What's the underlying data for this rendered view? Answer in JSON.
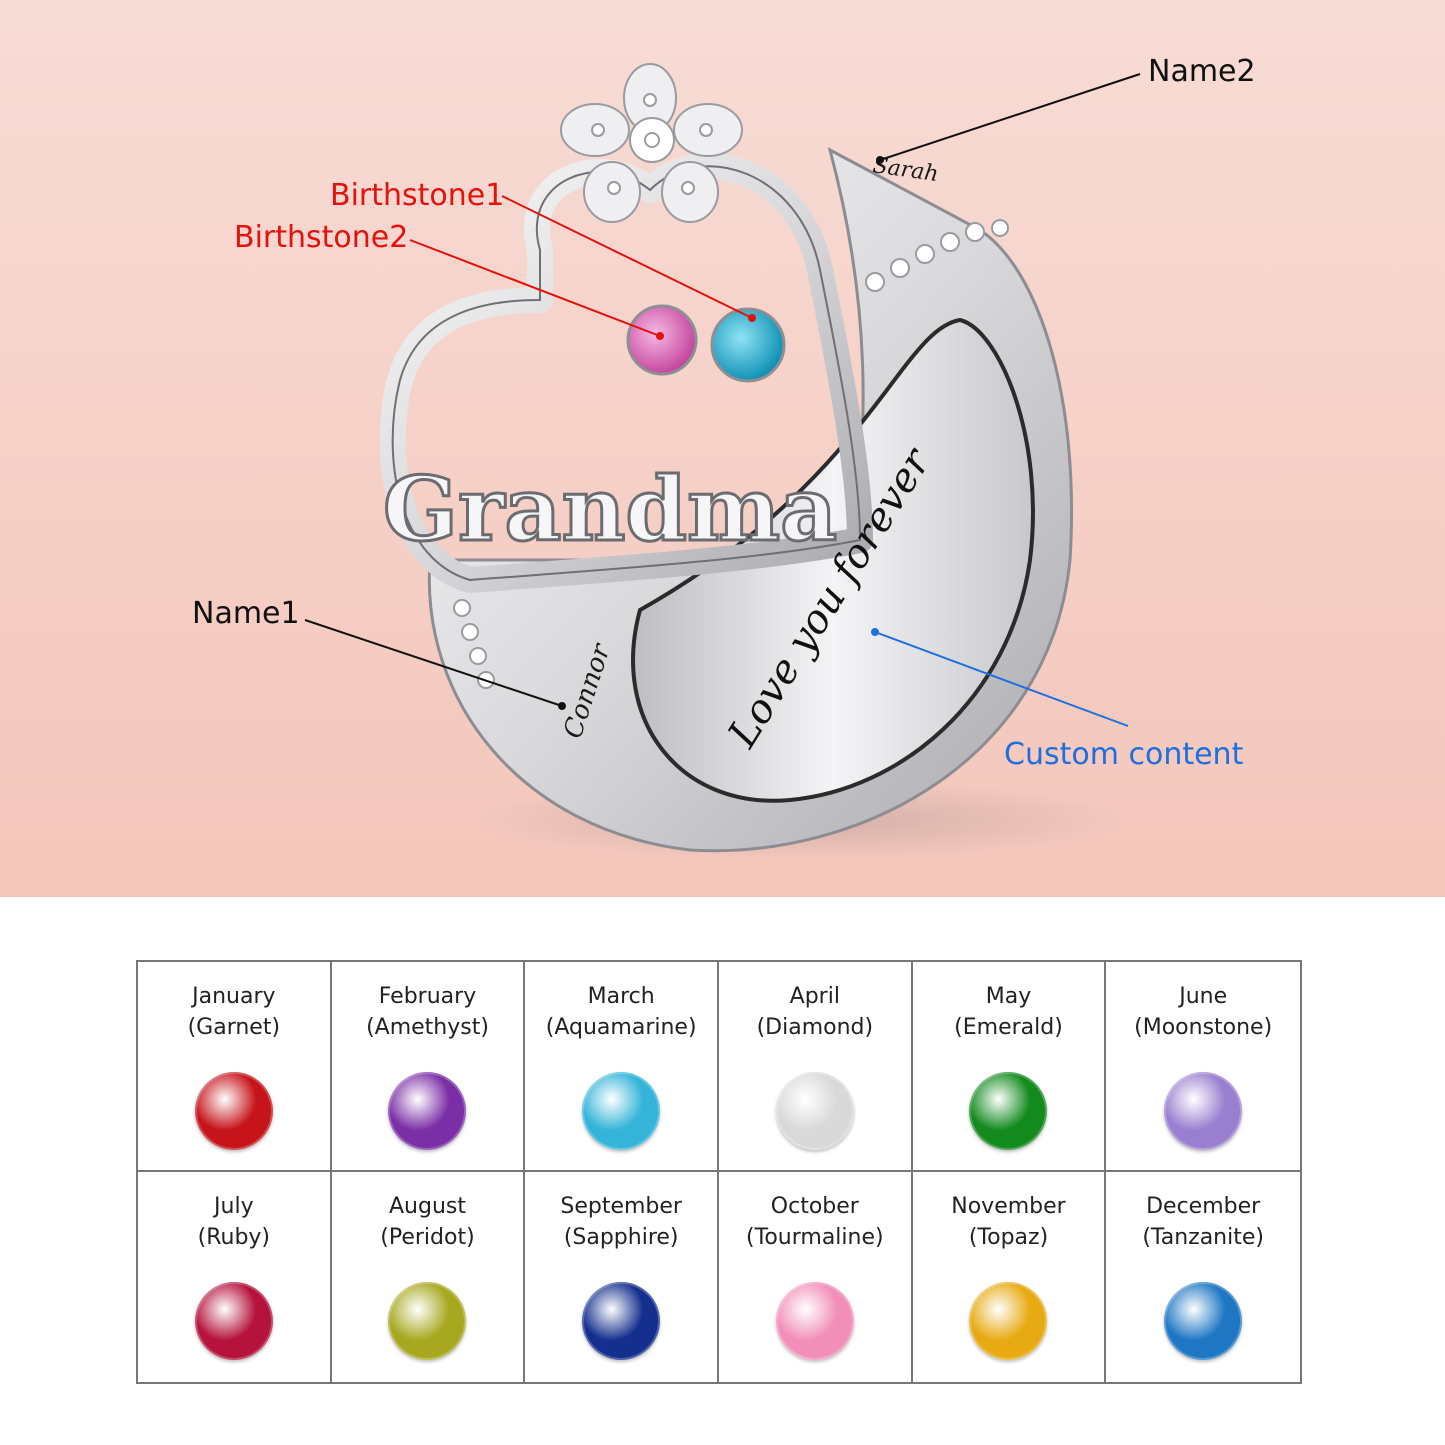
{
  "callouts": {
    "name2": "Name2",
    "birthstone1": "Birthstone1",
    "birthstone2": "Birthstone2",
    "name1": "Name1",
    "custom_content": "Custom content"
  },
  "engravings": {
    "top_name": "Sarah",
    "side_name": "Connor",
    "inner_message": "Love you forever",
    "heart_word": "Grandma"
  },
  "colors": {
    "callout_red": "#e3120b",
    "callout_blue": "#1d6fe0",
    "grid_border": "#777777"
  },
  "birthstones": [
    {
      "month": "January",
      "stone": "(Garnet)",
      "color": "#c6141a"
    },
    {
      "month": "February",
      "stone": "(Amethyst)",
      "color": "#7b2fa6"
    },
    {
      "month": "March",
      "stone": "(Aquamarine)",
      "color": "#34b4d9"
    },
    {
      "month": "April",
      "stone": "(Diamond)",
      "color": "#d9d9d9"
    },
    {
      "month": "May",
      "stone": "(Emerald)",
      "color": "#138a1e"
    },
    {
      "month": "June",
      "stone": "(Moonstone)",
      "color": "#9a7fd0"
    },
    {
      "month": "July",
      "stone": "(Ruby)",
      "color": "#b5123c"
    },
    {
      "month": "August",
      "stone": "(Peridot)",
      "color": "#a7a81f"
    },
    {
      "month": "September",
      "stone": "(Sapphire)",
      "color": "#152f8e"
    },
    {
      "month": "October",
      "stone": "(Tourmaline)",
      "color": "#f28fb8"
    },
    {
      "month": "November",
      "stone": "(Topaz)",
      "color": "#e7aa12"
    },
    {
      "month": "December",
      "stone": "(Tanzanite)",
      "color": "#1f77c4"
    }
  ]
}
